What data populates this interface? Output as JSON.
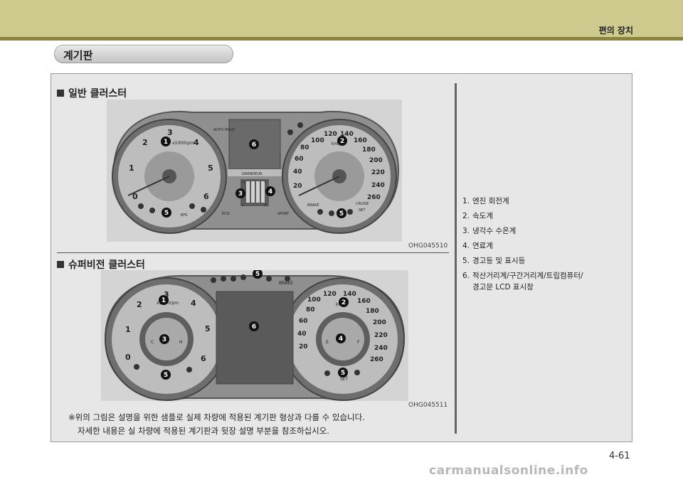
{
  "header": {
    "title": "편의 장치"
  },
  "section": {
    "title": "계기판"
  },
  "clusters": [
    {
      "heading": "일반 클러스터",
      "code": "OHG045510"
    },
    {
      "heading": "슈퍼비전 클러스터",
      "code": "OHG045511"
    }
  ],
  "gauge_labels": {
    "tach_ticks": [
      "1",
      "2",
      "3",
      "4",
      "5",
      "6",
      "0"
    ],
    "tach_unit": "x1000rpm",
    "speed_ticks": [
      "20",
      "40",
      "60",
      "80",
      "100",
      "120",
      "140",
      "160",
      "180",
      "200",
      "220",
      "240",
      "260"
    ],
    "speed_unit": "km/h",
    "brand": "GRANDEUR",
    "eco": "ECO",
    "sport": "SPORT",
    "eps": "EPS",
    "brake": "BRAKE",
    "cruise": "CRUISE",
    "set": "SET",
    "temp_c": "C",
    "temp_h": "H",
    "fuel_e": "E",
    "fuel_f": "F",
    "auto_hold": "AUTO HOLD"
  },
  "markers": [
    "1",
    "2",
    "3",
    "4",
    "5",
    "6"
  ],
  "legend": [
    {
      "n": "1.",
      "text": "엔진 회전계"
    },
    {
      "n": "2.",
      "text": "속도계"
    },
    {
      "n": "3.",
      "text": "냉각수 수온계"
    },
    {
      "n": "4.",
      "text": "연료계"
    },
    {
      "n": "5.",
      "text": "경고등 및 표시등"
    },
    {
      "n": "6.",
      "text": "적산거리계/구간거리계/트립컴퓨터/",
      "cont": "경고문 LCD 표시창"
    }
  ],
  "note": {
    "line1": "※위의 그림은 설명을 위한 샘플로 실제 차량에 적용된 계기판 형상과 다를 수 있습니다.",
    "line2": "자세한 내용은 실 차량에 적용된 계기판과 뒷장 설명 부분을 참조하십시오."
  },
  "page_number": "4-61",
  "watermark": "carmanualsonline.info"
}
